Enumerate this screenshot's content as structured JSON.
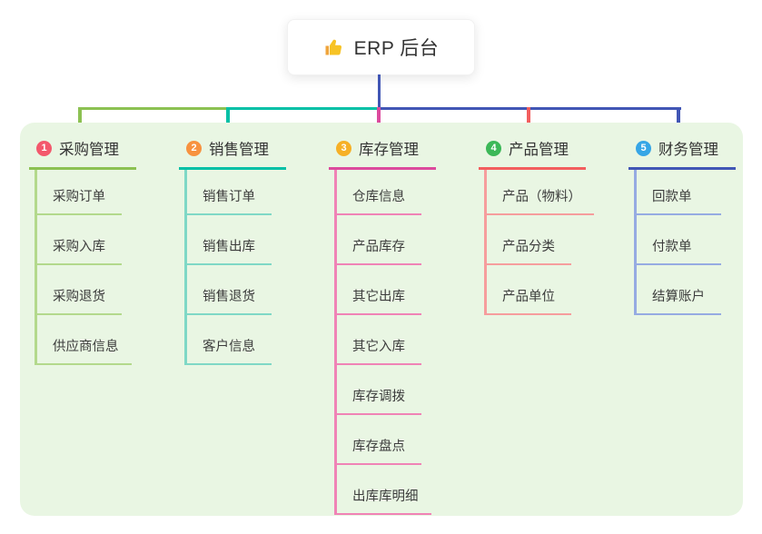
{
  "root": {
    "title": "ERP 后台",
    "icon": "thumbs-up-icon",
    "line_color": "#4156b5"
  },
  "panel": {
    "background": "#e9f6e3"
  },
  "branches": [
    {
      "badge": "1",
      "label": "采购管理",
      "color": "#8cc152",
      "light": "#b3d98c",
      "badge_color": "#f3586c",
      "children": [
        "采购订单",
        "采购入库",
        "采购退货",
        "供应商信息"
      ]
    },
    {
      "badge": "2",
      "label": "销售管理",
      "color": "#03c0a6",
      "light": "#7fd8c6",
      "badge_color": "#f7923f",
      "children": [
        "销售订单",
        "销售出库",
        "销售退货",
        "客户信息"
      ]
    },
    {
      "badge": "3",
      "label": "库存管理",
      "color": "#dc4a9d",
      "light": "#f083b6",
      "badge_color": "#f6b026",
      "children": [
        "仓库信息",
        "产品库存",
        "其它出库",
        "其它入库",
        "库存调拨",
        "库存盘点",
        "出库库明细"
      ]
    },
    {
      "badge": "4",
      "label": "产品管理",
      "color": "#f25e5e",
      "light": "#f69d9d",
      "badge_color": "#3cb858",
      "children": [
        "产品（物料）",
        "产品分类",
        "产品单位"
      ]
    },
    {
      "badge": "5",
      "label": "财务管理",
      "color": "#4156b5",
      "light": "#96abe2",
      "badge_color": "#36a6e6",
      "children": [
        "回款单",
        "付款单",
        "结算账户"
      ]
    }
  ]
}
